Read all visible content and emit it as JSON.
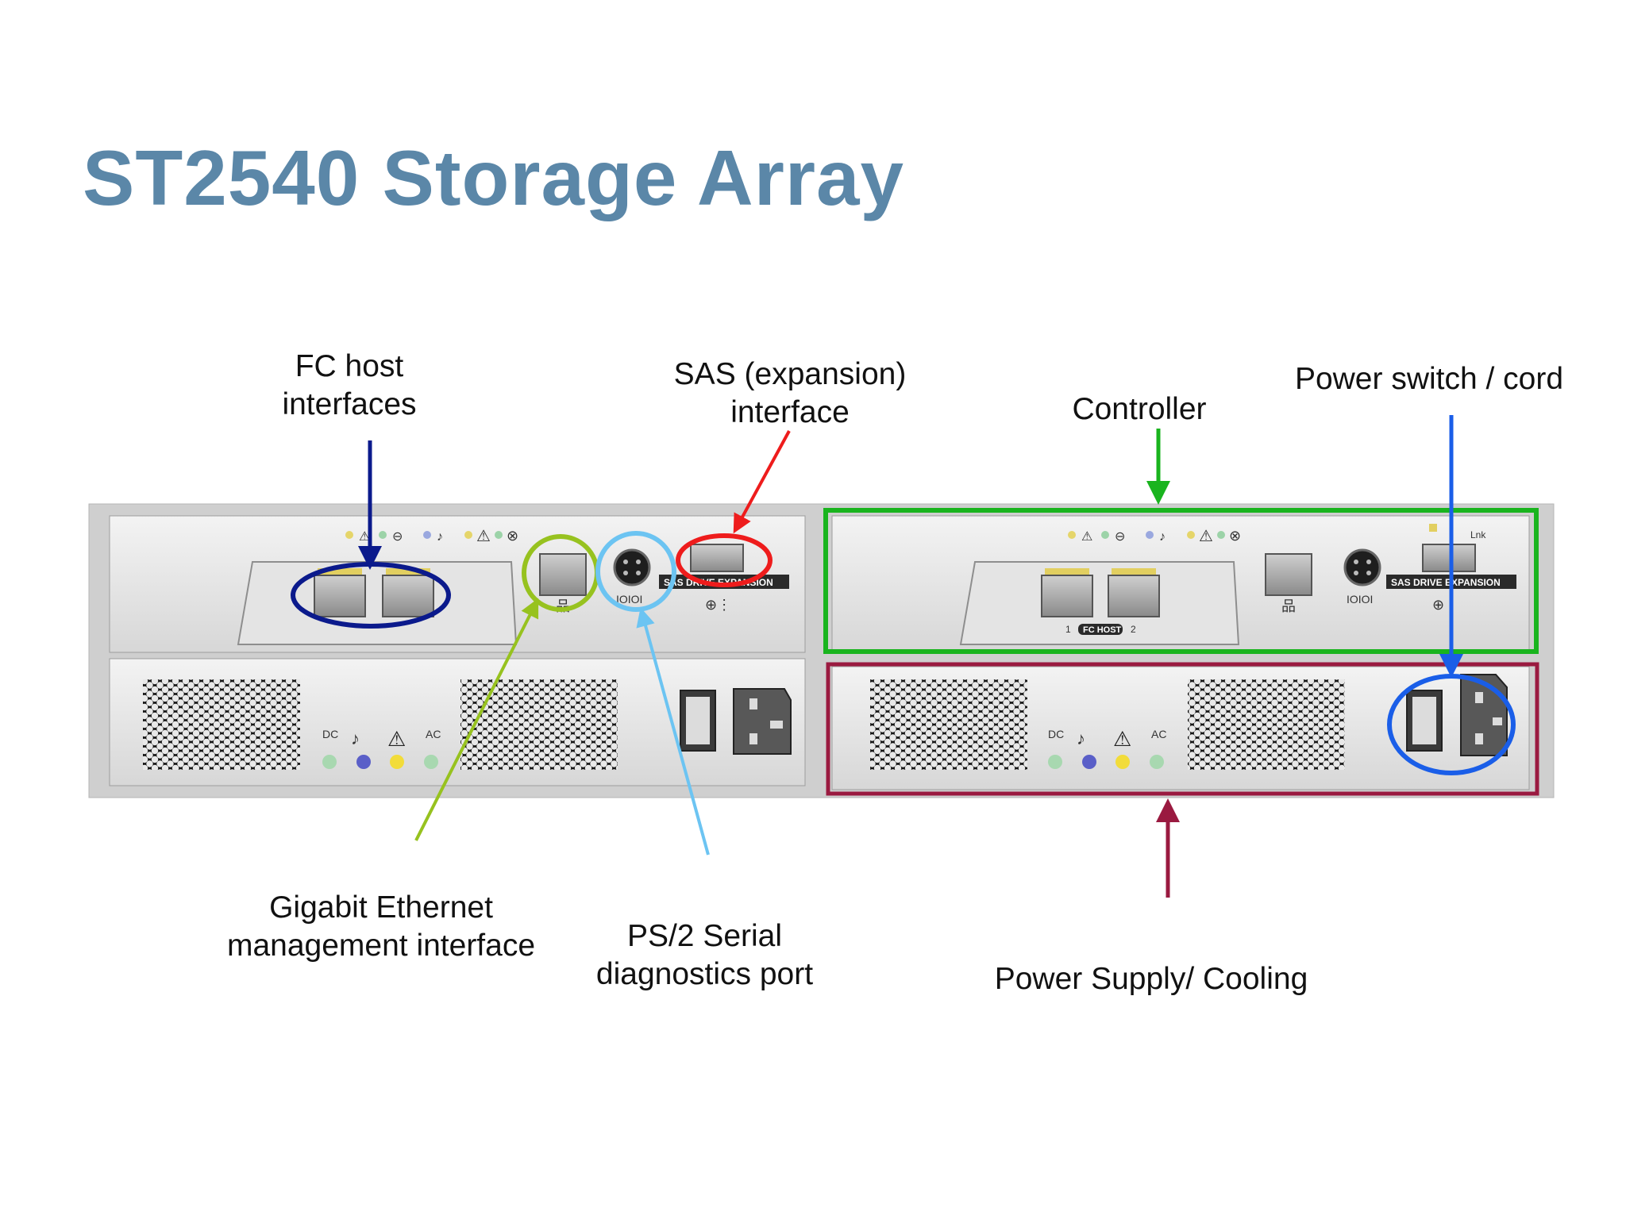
{
  "title": "ST2540 Storage Array",
  "labels": {
    "fc_host": [
      "FC host",
      "interfaces"
    ],
    "sas": [
      "SAS (expansion)",
      "interface"
    ],
    "controller": "Controller",
    "power_switch": "Power switch / cord",
    "gigabit": [
      "Gigabit Ethernet",
      "management interface"
    ],
    "ps2": [
      "PS/2 Serial",
      "diagnostics port"
    ],
    "power_supply": "Power Supply/ Cooling"
  },
  "device_text": {
    "sas_drive_expansion": "SAS DRIVE EXPANSION",
    "fc_host": "FC HOST",
    "port_1": "1",
    "port_2": "2",
    "lnk": "Lnk",
    "dc": "DC",
    "ac": "AC",
    "serial": "IOIOI"
  },
  "colors": {
    "title": "#5b87a8",
    "fc_host": "#0b1a8c",
    "sas": "#ee1c1c",
    "controller": "#19b41e",
    "power_switch": "#1a5ee8",
    "gigabit": "#97c21f",
    "ps2": "#6cc4f2",
    "power_supply": "#9a1a40"
  },
  "icons": [
    "dc-led-icon",
    "service-icon",
    "fault-icon",
    "ac-led-icon",
    "ethernet-icon",
    "power-inlet-icon",
    "rocker-switch-icon"
  ]
}
